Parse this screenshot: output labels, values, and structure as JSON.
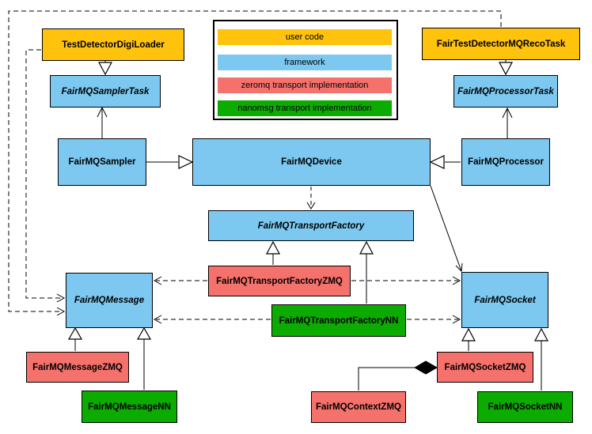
{
  "colors": {
    "user_code": "#FFC20D",
    "framework": "#7CC8F0",
    "zeromq_impl": "#F4716C",
    "nanomsg_impl": "#0CAB00",
    "line": "#000000",
    "background": "#FFFFFF"
  },
  "legend": {
    "items": [
      {
        "label": "user code",
        "color": "#FFC20D"
      },
      {
        "label": "framework",
        "color": "#7CC8F0"
      },
      {
        "label": "zeromq transport implementation",
        "color": "#F4716C"
      },
      {
        "label": "nanomsg transport implementation",
        "color": "#0CAB00"
      }
    ]
  },
  "nodes": {
    "test_detector_digi_loader": {
      "label": "TestDetectorDigiLoader",
      "color": "#FFC20D",
      "abstract": false
    },
    "fair_test_detector_mq_reco_task": {
      "label": "FairTestDetectorMQRecoTask",
      "color": "#FFC20D",
      "abstract": false
    },
    "fairmq_sampler_task": {
      "label": "FairMQSamplerTask",
      "color": "#7CC8F0",
      "abstract": true
    },
    "fairmq_processor_task": {
      "label": "FairMQProcessorTask",
      "color": "#7CC8F0",
      "abstract": true
    },
    "fairmq_sampler": {
      "label": "FairMQSampler",
      "color": "#7CC8F0",
      "abstract": false
    },
    "fairmq_device": {
      "label": "FairMQDevice",
      "color": "#7CC8F0",
      "abstract": false
    },
    "fairmq_processor": {
      "label": "FairMQProcessor",
      "color": "#7CC8F0",
      "abstract": false
    },
    "fairmq_transport_factory": {
      "label": "FairMQTransportFactory",
      "color": "#7CC8F0",
      "abstract": true
    },
    "fairmq_transport_factory_zmq": {
      "label": "FairMQTransportFactoryZMQ",
      "color": "#F4716C",
      "abstract": false
    },
    "fairmq_transport_factory_nn": {
      "label": "FairMQTransportFactoryNN",
      "color": "#0CAB00",
      "abstract": false
    },
    "fairmq_message": {
      "label": "FairMQMessage",
      "color": "#7CC8F0",
      "abstract": true
    },
    "fairmq_socket": {
      "label": "FairMQSocket",
      "color": "#7CC8F0",
      "abstract": true
    },
    "fairmq_message_zmq": {
      "label": "FairMQMessageZMQ",
      "color": "#F4716C",
      "abstract": false
    },
    "fairmq_message_nn": {
      "label": "FairMQMessageNN",
      "color": "#0CAB00",
      "abstract": false
    },
    "fairmq_context_zmq": {
      "label": "FairMQContextZMQ",
      "color": "#F4716C",
      "abstract": false
    },
    "fairmq_socket_zmq": {
      "label": "FairMQSocketZMQ",
      "color": "#F4716C",
      "abstract": false
    },
    "fairmq_socket_nn": {
      "label": "FairMQSocketNN",
      "color": "#0CAB00",
      "abstract": false
    }
  },
  "edges": [
    {
      "from": "TestDetectorDigiLoader",
      "to": "FairMQSamplerTask",
      "type": "inheritance"
    },
    {
      "from": "FairTestDetectorMQRecoTask",
      "to": "FairMQProcessorTask",
      "type": "inheritance"
    },
    {
      "from": "FairMQSampler",
      "to": "FairMQSamplerTask",
      "type": "inheritance-open"
    },
    {
      "from": "FairMQProcessor",
      "to": "FairMQProcessorTask",
      "type": "inheritance-open"
    },
    {
      "from": "FairMQSampler",
      "to": "FairMQDevice",
      "type": "inheritance"
    },
    {
      "from": "FairMQProcessor",
      "to": "FairMQDevice",
      "type": "inheritance"
    },
    {
      "from": "FairMQDevice",
      "to": "FairMQTransportFactory",
      "type": "dependency-dashed"
    },
    {
      "from": "FairMQDevice",
      "to": "FairMQSocket",
      "type": "association-open"
    },
    {
      "from": "FairMQTransportFactoryZMQ",
      "to": "FairMQTransportFactory",
      "type": "inheritance"
    },
    {
      "from": "FairMQTransportFactoryNN",
      "to": "FairMQTransportFactory",
      "type": "inheritance"
    },
    {
      "from": "FairMQTransportFactoryZMQ",
      "to": "FairMQMessage",
      "type": "dependency-dashed"
    },
    {
      "from": "FairMQTransportFactoryZMQ",
      "to": "FairMQSocket",
      "type": "dependency-dashed"
    },
    {
      "from": "FairMQTransportFactoryNN",
      "to": "FairMQMessage",
      "type": "dependency-dashed"
    },
    {
      "from": "FairMQTransportFactoryNN",
      "to": "FairMQSocket",
      "type": "dependency-dashed"
    },
    {
      "from": "TestDetectorDigiLoader",
      "to": "FairMQMessage",
      "type": "dependency-dashed"
    },
    {
      "from": "FairTestDetectorMQRecoTask",
      "to": "FairMQMessage",
      "type": "dependency-dashed"
    },
    {
      "from": "FairMQMessageZMQ",
      "to": "FairMQMessage",
      "type": "inheritance"
    },
    {
      "from": "FairMQMessageNN",
      "to": "FairMQMessage",
      "type": "inheritance"
    },
    {
      "from": "FairMQSocketZMQ",
      "to": "FairMQSocket",
      "type": "inheritance"
    },
    {
      "from": "FairMQSocketNN",
      "to": "FairMQSocket",
      "type": "inheritance"
    },
    {
      "from": "FairMQContextZMQ",
      "to": "FairMQSocketZMQ",
      "type": "composition"
    }
  ]
}
